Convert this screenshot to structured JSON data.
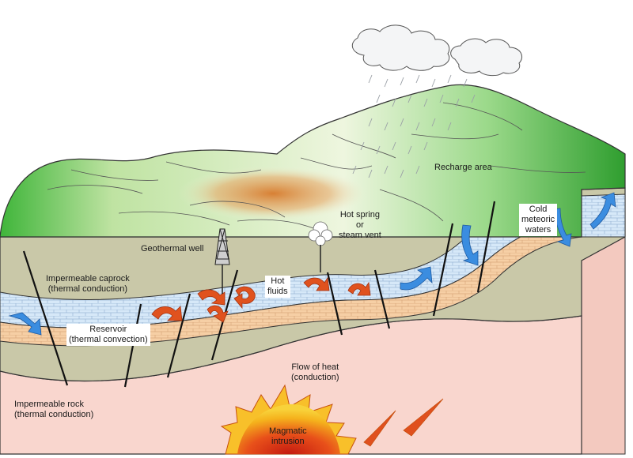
{
  "labels": {
    "geothermal_well": "Geothermal well",
    "hot_spring": [
      "Hot spring",
      "or",
      "steam vent"
    ],
    "recharge_area": "Recharge area",
    "cold_meteoric": [
      "Cold",
      "meteoric",
      "waters"
    ],
    "caprock": [
      "Impermeable caprock",
      "(thermal conduction)"
    ],
    "hot_fluids": [
      "Hot",
      "fluids"
    ],
    "reservoir": [
      "Reservoir",
      "(thermal convection)"
    ],
    "heat_flow": [
      "Flow of heat",
      "(conduction)"
    ],
    "impermeable_rock": [
      "Impermeable rock",
      "(thermal conduction)"
    ],
    "magmatic": [
      "Magmatic",
      "intrusion"
    ]
  },
  "colors": {
    "hills_green": "#3fb53a",
    "hills_light": "#e8f3d0",
    "hot_zone": "#d9843a",
    "caprock": "#c8c9a6",
    "reservoir_blue": "#cfe3f7",
    "reservoir_tan": "#f2c9a0",
    "lower_rock": "#f9d6ce",
    "cold_arrow": "#3b8de0",
    "hot_arrow": "#e0521e",
    "magma": "#f2a81e"
  },
  "icons": {
    "cloud": "cloud-icon",
    "rain": "rain-icon",
    "derrick": "derrick-icon",
    "steam": "steam-plume-icon"
  }
}
